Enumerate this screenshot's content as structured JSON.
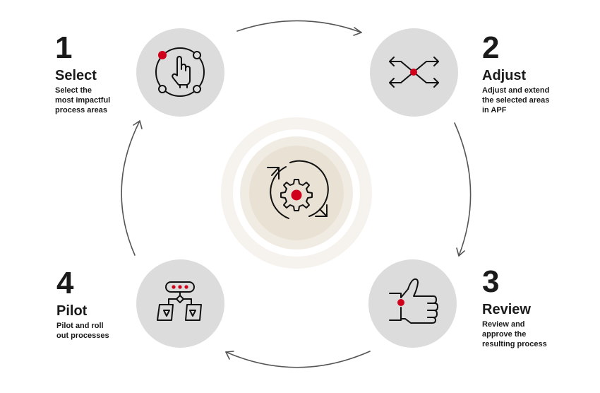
{
  "colors": {
    "accent": "#d0021b",
    "circle_fill": "#dcdcdc",
    "center_fill": "#e9e1d3",
    "center_ring_outer": "#f6f3ee",
    "center_ring_mid": "#f1ece3",
    "icon_stroke": "#111111",
    "arrow_stroke": "#555555"
  },
  "center": {
    "icon": "gear-cycle-icon"
  },
  "steps": [
    {
      "number": "1",
      "title": "Select",
      "description_lines": [
        "Select the",
        "most impactful",
        "process areas"
      ],
      "icon": "hand-pointer-select-icon"
    },
    {
      "number": "2",
      "title": "Adjust",
      "description_lines": [
        "Adjust and extend",
        "the selected areas",
        "in APF"
      ],
      "icon": "expand-arrows-icon"
    },
    {
      "number": "3",
      "title": "Review",
      "description_lines": [
        "Review and",
        "approve the",
        "resulting process"
      ],
      "icon": "thumbs-up-icon"
    },
    {
      "number": "4",
      "title": "Pilot",
      "description_lines": [
        "Pilot and roll",
        "out processes"
      ],
      "icon": "flowchart-icon"
    }
  ],
  "cycle_arrows": [
    {
      "from": "1",
      "to": "2"
    },
    {
      "from": "2",
      "to": "3"
    },
    {
      "from": "3",
      "to": "4"
    },
    {
      "from": "4",
      "to": "1"
    }
  ]
}
